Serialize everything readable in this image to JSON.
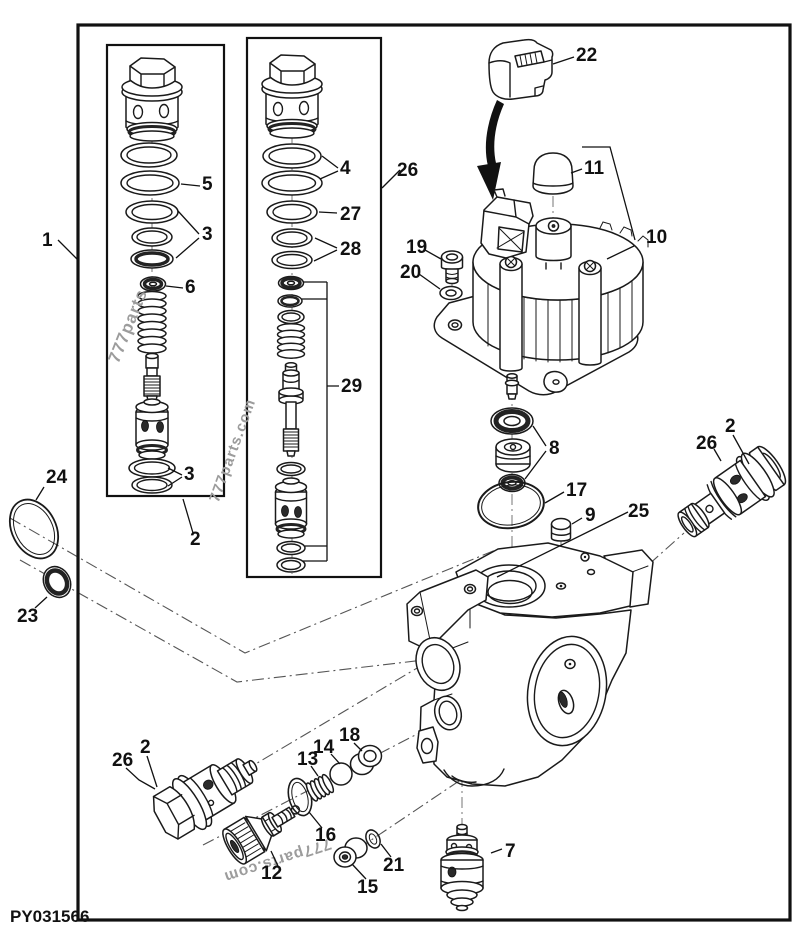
{
  "drawing_code": "PY031566",
  "watermarks": {
    "left_box": "777parts",
    "center": "777parts.com",
    "bottom": "777parts.com"
  },
  "callouts": [
    {
      "label": "1"
    },
    {
      "label": "5"
    },
    {
      "label": "3"
    },
    {
      "label": "6"
    },
    {
      "label": "3"
    },
    {
      "label": "2"
    },
    {
      "label": "4"
    },
    {
      "label": "27"
    },
    {
      "label": "28"
    },
    {
      "label": "29"
    },
    {
      "label": "26"
    },
    {
      "label": "22"
    },
    {
      "label": "11"
    },
    {
      "label": "10"
    },
    {
      "label": "19"
    },
    {
      "label": "20"
    },
    {
      "label": "8"
    },
    {
      "label": "17"
    },
    {
      "label": "9"
    },
    {
      "label": "25"
    },
    {
      "label": "26"
    },
    {
      "label": "2"
    },
    {
      "label": "7"
    },
    {
      "label": "24"
    },
    {
      "label": "23"
    },
    {
      "label": "26"
    },
    {
      "label": "2"
    },
    {
      "label": "12"
    },
    {
      "label": "16"
    },
    {
      "label": "13"
    },
    {
      "label": "14"
    },
    {
      "label": "18"
    },
    {
      "label": "15"
    },
    {
      "label": "21"
    }
  ]
}
